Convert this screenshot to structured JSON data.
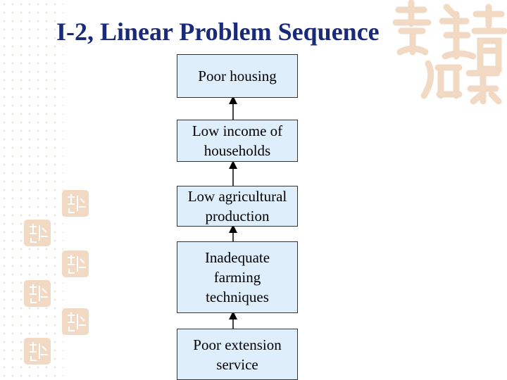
{
  "title": "I-2, Linear Problem Sequence",
  "colors": {
    "title": "#1a2a7a",
    "box_fill": "#dfeefb",
    "box_border": "#333333",
    "decor": "#f1d9c4"
  },
  "decoration": {
    "calligraphy_icon": "calligraphy-icon",
    "seal_icon": "seal-stamp-icon"
  },
  "sequence": [
    {
      "id": "poor-housing",
      "label": "Poor housing"
    },
    {
      "id": "low-income",
      "label": "Low income of\nhouseholds"
    },
    {
      "id": "low-agri",
      "label": "Low agricultural\nproduction"
    },
    {
      "id": "inadequate-farming",
      "label": "Inadequate\nfarming\ntechniques"
    },
    {
      "id": "poor-extension",
      "label": "Poor extension\nservice"
    }
  ]
}
